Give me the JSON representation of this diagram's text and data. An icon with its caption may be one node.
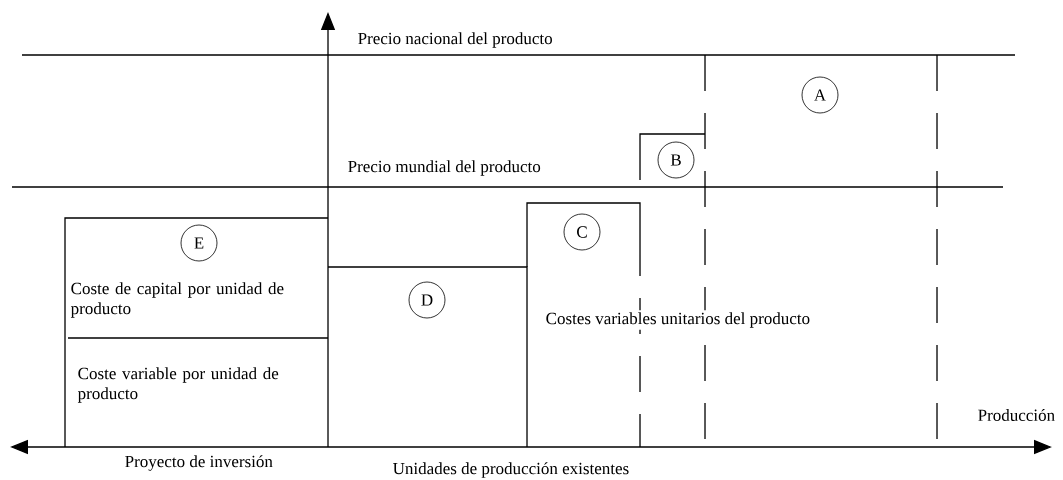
{
  "diagram": {
    "nodes": [
      {
        "text": [
          "A"
        ]
      },
      {
        "text": [
          "B"
        ]
      },
      {
        "text": [
          "C"
        ]
      },
      {
        "text": [
          "E"
        ]
      },
      {
        "text": [
          "D"
        ]
      }
    ],
    "labels": [
      "Precio nacional del producto",
      "Precio mundial del producto",
      "Coste de capital por unidad de producto",
      "Costes variables unitarios del producto",
      "Coste variable por unidad de producto",
      "Producción",
      "Proyecto de inversión",
      "Unidades de producción existentes"
    ]
  }
}
